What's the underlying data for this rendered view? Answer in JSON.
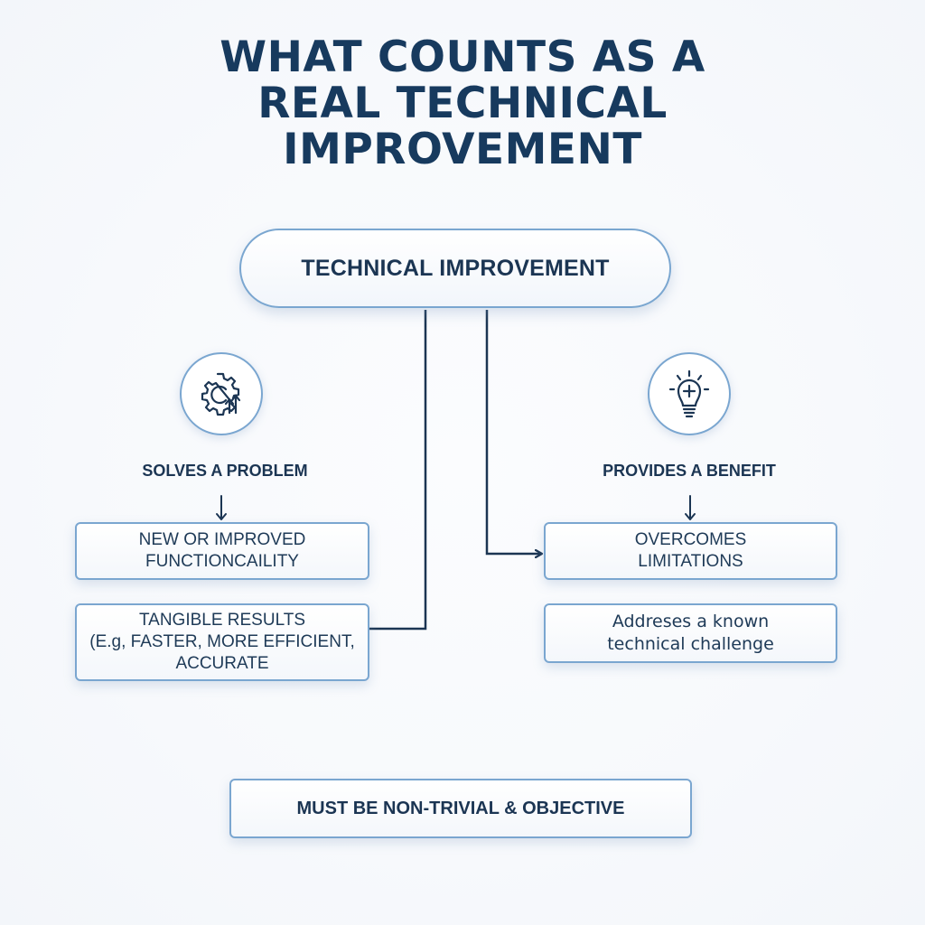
{
  "title": {
    "lines": [
      "WHAT COUNTS AS A",
      "REAL TECHNICAL",
      "IMPROVEMENT"
    ]
  },
  "root": {
    "label": "TECHNICAL IMPROVEMENT"
  },
  "branches": {
    "left": {
      "icon": "gear-with-up-arrow-icon",
      "label": "SOLVES A PROBLEM",
      "arrow": "down-arrow",
      "boxes": [
        {
          "lines": [
            "NEW OR IMPROVED",
            "FUNCTIONCAILITY"
          ]
        },
        {
          "lines": [
            "TANGIBLE RESULTS",
            "(E.g, FASTER, MORE EFFICIENT,",
            "ACCURATE"
          ]
        }
      ]
    },
    "right": {
      "icon": "lightbulb-plus-icon",
      "label": "PROVIDES A BENEFIT",
      "arrow": "down-arrow",
      "boxes": [
        {
          "lines": [
            "OVERCOMES",
            "LIMITATIONS"
          ]
        },
        {
          "lines": [
            "Addreses a known",
            "technical challenge"
          ]
        }
      ]
    }
  },
  "footer": {
    "label": "MUST BE NON-TRIVIAL & OBJECTIVE"
  },
  "colors": {
    "title": "#173a5e",
    "text": "#1b3553",
    "border": "#7aa6d0",
    "connector": "#1b3553",
    "background": "#f7f9fc"
  }
}
